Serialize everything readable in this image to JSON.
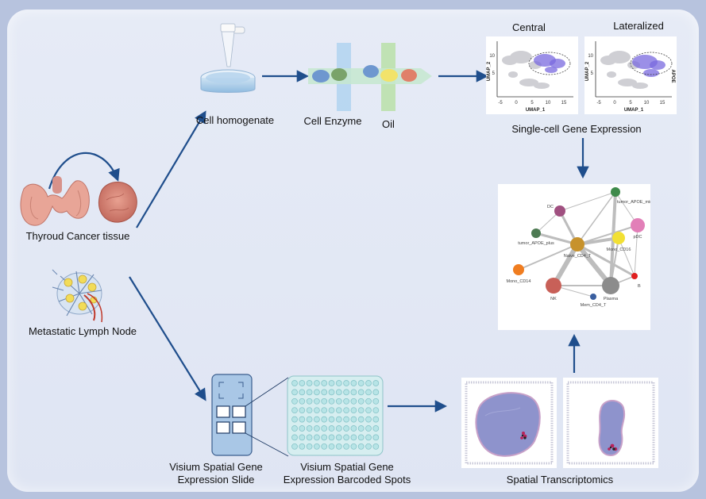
{
  "labels": {
    "cell_homogenate": "Cell homogenate",
    "cell_enzyme": "Cell Enzyme",
    "oil": "Oil",
    "central": "Central",
    "lateralized": "Lateralized",
    "single_cell": "Single-cell Gene Expression",
    "thyroid_tissue": "Thyroud Cancer tissue",
    "lymph_node": "Metastatic Lymph Node",
    "visium_slide_line1": "Visium Spatial Gene",
    "visium_slide_line2": "Expression Slide",
    "visium_spots_line1": "Visium Spatial Gene",
    "visium_spots_line2": "Expression Barcoded Spots",
    "spatial": "Spatial Transcriptomics"
  },
  "umap": {
    "xlabel": "UMAP_1",
    "ylabel": "UMAP_2",
    "x_ticks": [
      "-5",
      "0",
      "5",
      "10",
      "15"
    ],
    "y_ticks": [
      "10",
      "5"
    ],
    "side_label": "APOE"
  },
  "network": {
    "nodes": [
      {
        "id": "DC",
        "label": "DC",
        "color": "#a05080"
      },
      {
        "id": "tumor_APOE_minus",
        "label": "tumor_APOE_minus",
        "color": "#3e8a4a"
      },
      {
        "id": "tumor_APOE_plus",
        "label": "tumor_APOE_plus",
        "color": "#4d7a52"
      },
      {
        "id": "pDC",
        "label": "pDC",
        "color": "#e27fb8"
      },
      {
        "id": "Mono_CD16",
        "label": "Mono_CD16",
        "color": "#f2e034"
      },
      {
        "id": "Naive_CD4_T",
        "label": "Naive_CD4_T",
        "color": "#c7922c"
      },
      {
        "id": "Mono_CD14",
        "label": "Mono_CD14",
        "color": "#f07d20"
      },
      {
        "id": "NK",
        "label": "NK",
        "color": "#c86058"
      },
      {
        "id": "Plasma",
        "label": "Plasma",
        "color": "#8c8c8c"
      },
      {
        "id": "B",
        "label": "B",
        "color": "#e02020"
      },
      {
        "id": "Mem_CD4_T",
        "label": "Mem_CD4_T",
        "color": "#3a5fa0"
      }
    ]
  },
  "colors": {
    "arrow": "#1f4e8c",
    "frame_bg": "#e3e8f4",
    "outer_bg": "#b7c3de"
  }
}
